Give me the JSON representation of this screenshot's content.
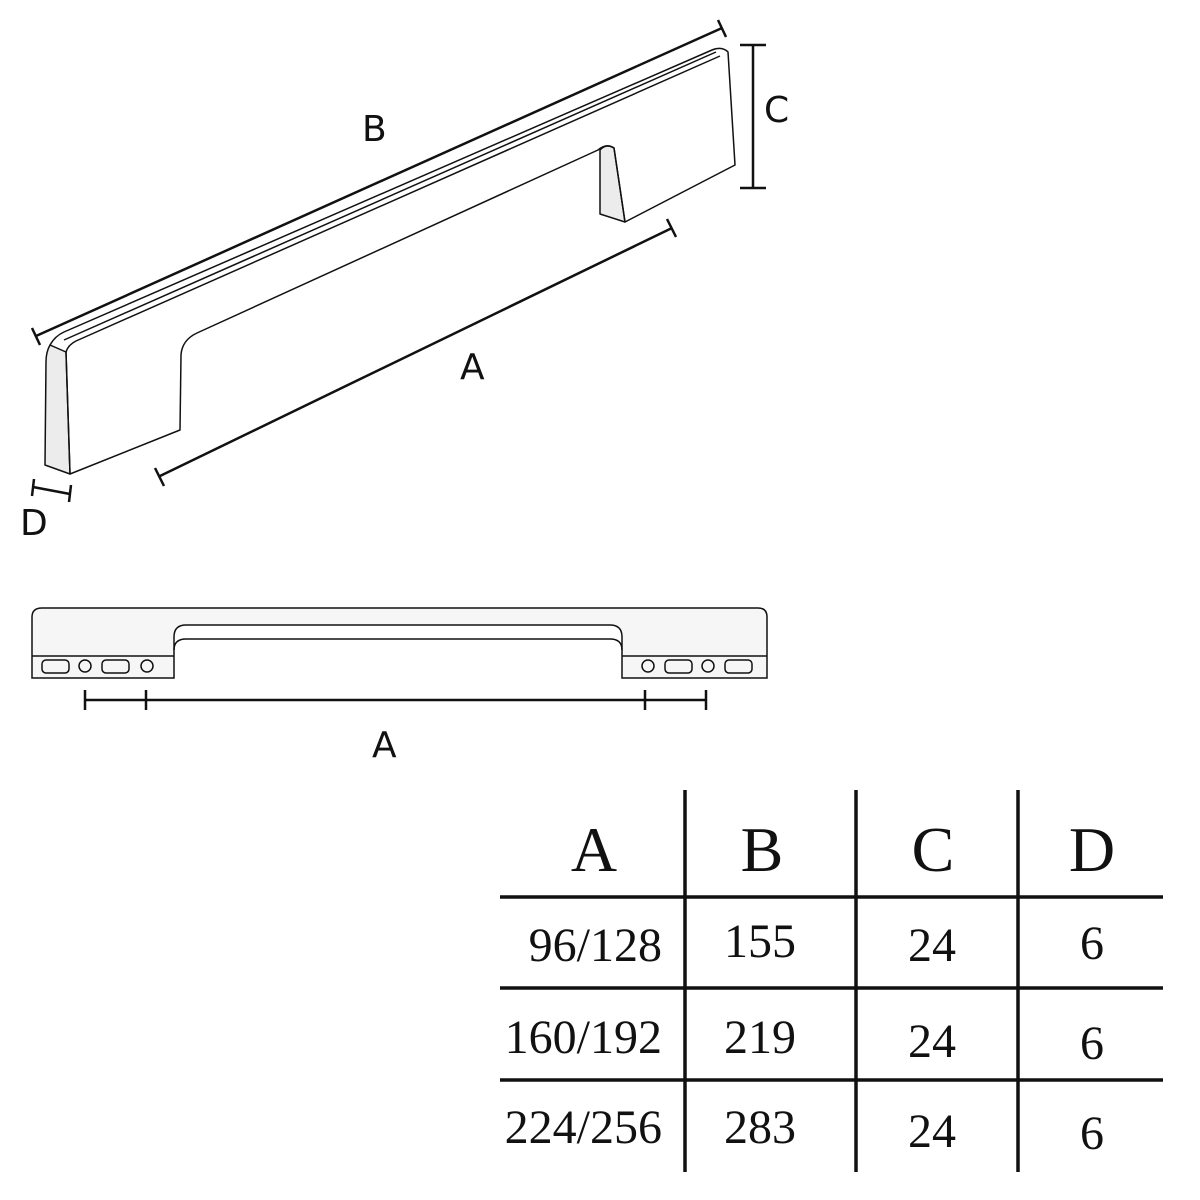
{
  "diagram": {
    "perspective_labels": {
      "a": "A",
      "b": "B",
      "c": "C",
      "d": "D"
    },
    "side_view_labels": {
      "a": "A"
    }
  },
  "table": {
    "headers": [
      "A",
      "B",
      "C",
      "D"
    ],
    "rows": [
      [
        "96/128",
        "155",
        "24",
        "6"
      ],
      [
        "160/192",
        "219",
        "24",
        "6"
      ],
      [
        "224/256",
        "283",
        "24",
        "6"
      ]
    ]
  },
  "colors": {
    "line": "#111111",
    "shade": "#ececec"
  }
}
